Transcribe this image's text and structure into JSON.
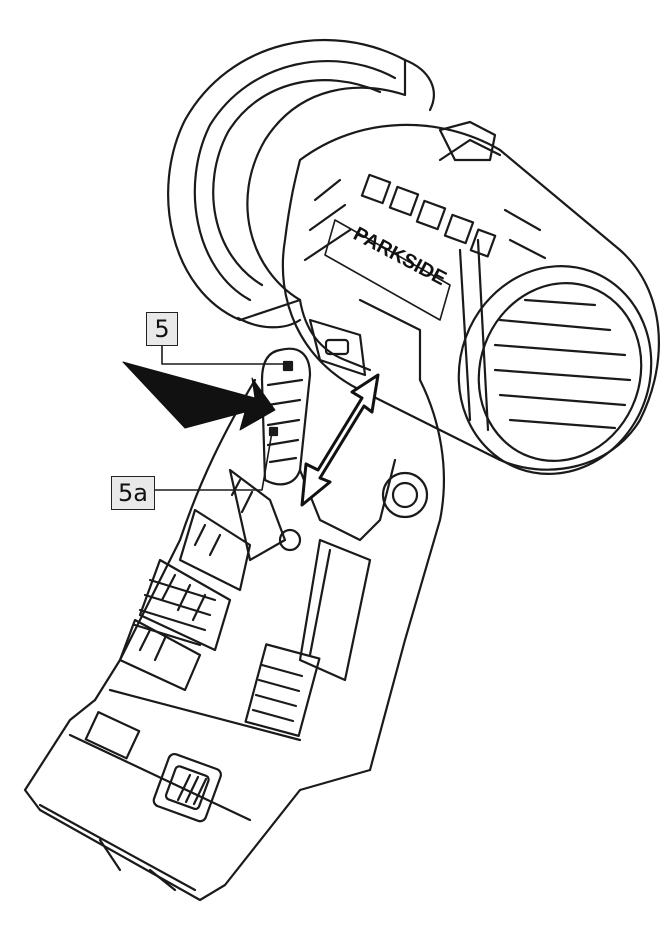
{
  "callouts": {
    "part_5": "5",
    "part_5a": "5a"
  },
  "brand": {
    "name": "PARKSIDE"
  },
  "colors": {
    "line": "#1a1a1a",
    "callout_fill": "#e9e9e9",
    "arrow": "#111111"
  }
}
